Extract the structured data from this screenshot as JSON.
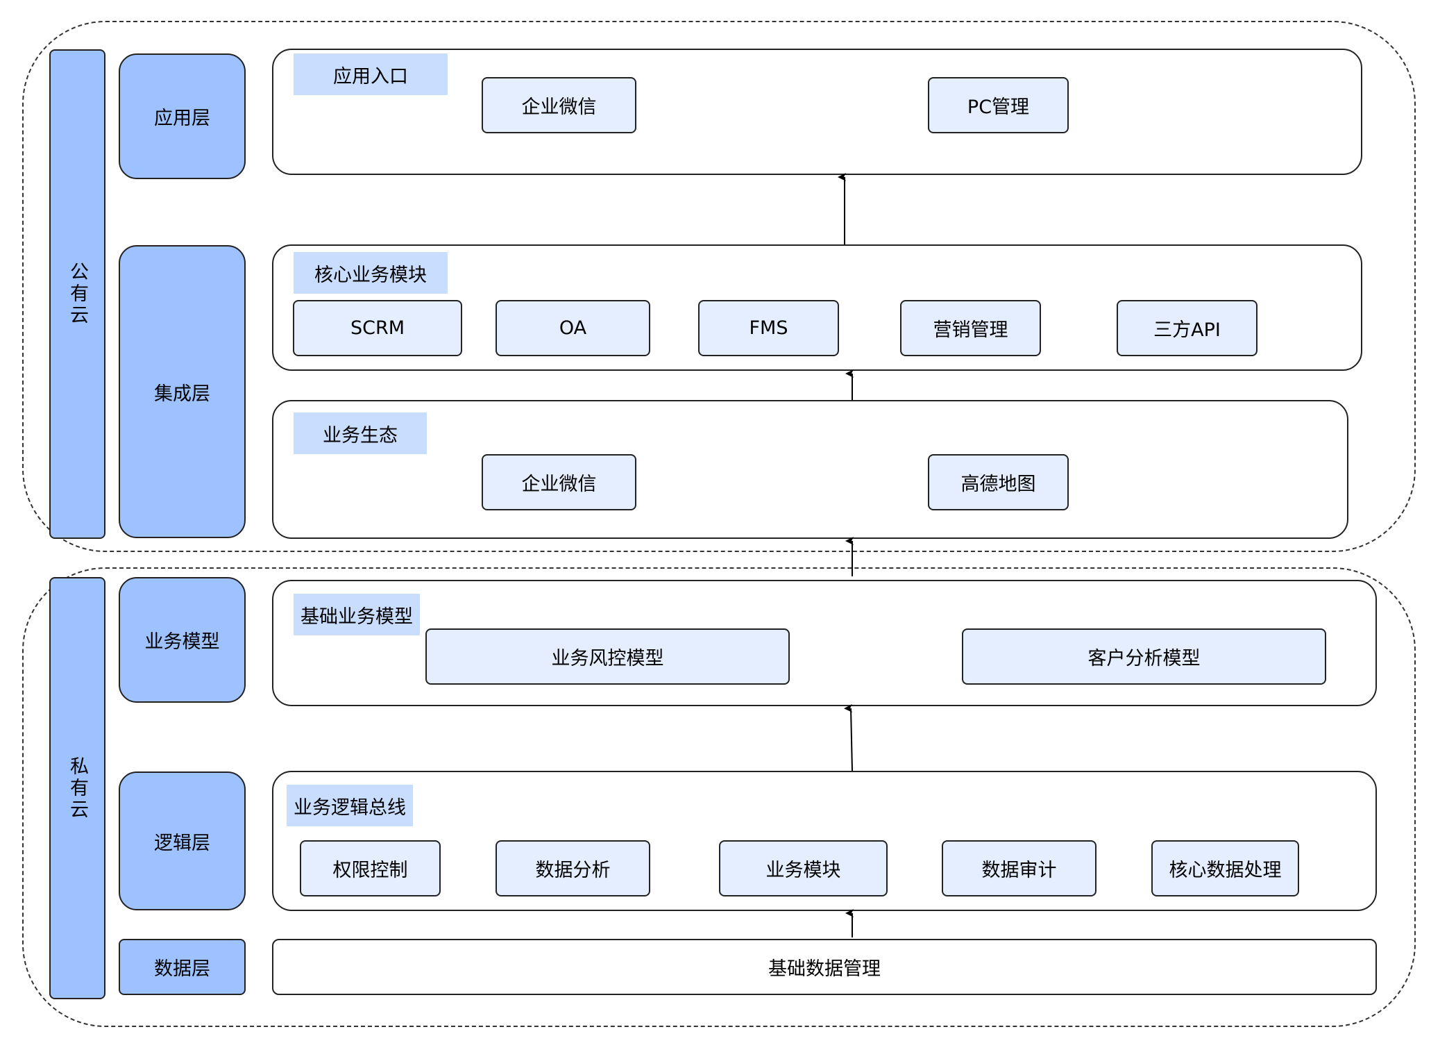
{
  "public_cloud": {
    "label": "公有云"
  },
  "private_cloud": {
    "label": "私有云"
  },
  "layers": {
    "app": "应用层",
    "integration": "集成层",
    "biz_model": "业务模型",
    "logic": "逻辑层",
    "data": "数据层"
  },
  "app_entry": {
    "title": "应用入口",
    "items": [
      "企业微信",
      "PC管理"
    ]
  },
  "core_modules": {
    "title": "核心业务模块",
    "items": [
      "SCRM",
      "OA",
      "FMS",
      "营销管理",
      "三方API"
    ]
  },
  "biz_ecosystem": {
    "title": "业务生态",
    "items": [
      "企业微信",
      "高德地图"
    ]
  },
  "base_models": {
    "title": "基础业务模型",
    "items": [
      "业务风控模型",
      "客户分析模型"
    ]
  },
  "logic_bus": {
    "title": "业务逻辑总线",
    "items": [
      "权限控制",
      "数据分析",
      "业务模块",
      "数据审计",
      "核心数据处理"
    ]
  },
  "data_mgmt": {
    "label": "基础数据管理"
  },
  "colors": {
    "layer_fill": "#9ec2ff",
    "tag_fill": "#c9ddff",
    "item_fill": "#e4eeff"
  }
}
